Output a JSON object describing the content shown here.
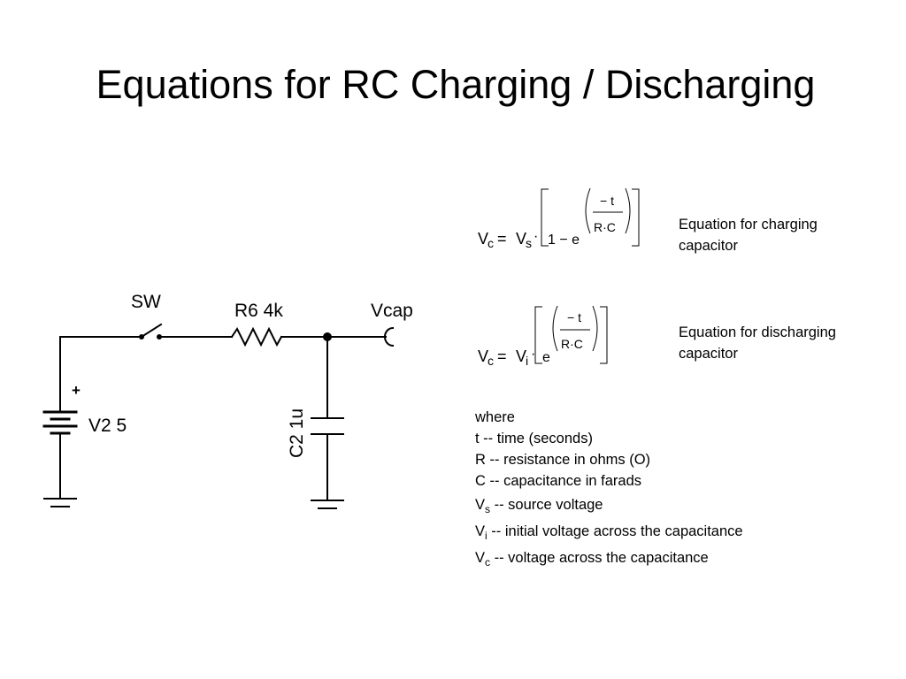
{
  "title": "Equations for RC Charging / Discharging",
  "circuit": {
    "switch_label": "SW",
    "resistor_label": "R6 4k",
    "node_label": "Vcap",
    "source_plus": "+",
    "source_label": "V2 5",
    "capacitor_label": "C2 1u"
  },
  "equations": {
    "charging": {
      "V": "V",
      "c": "c",
      "eq": "=",
      "Vs": "V",
      "s": "s",
      "dot": "·",
      "one_minus": "1 − e",
      "neg_t": "− t",
      "rc": "R·C",
      "description": "Equation for charging capacitor"
    },
    "discharging": {
      "V": "V",
      "c": "c",
      "eq": "=",
      "Vi": "V",
      "i": "i",
      "dot": "·",
      "e": "e",
      "neg_t": "− t",
      "rc": "R·C",
      "description": "Equation for discharging capacitor"
    }
  },
  "definitions": {
    "where": "where",
    "t": "t -- time (seconds)",
    "R": "R -- resistance in ohms (O)",
    "C": "C -- capacitance in farads",
    "Vs_main": "V",
    "Vs_sub": "s",
    "Vs_text": " -- source voltage",
    "Vi_main": "V",
    "Vi_sub": "i",
    "Vi_text": " -- initial voltage across the capacitance",
    "Vc_main": "V",
    "Vc_sub": "c",
    "Vc_text": " -- voltage across the capacitance"
  }
}
